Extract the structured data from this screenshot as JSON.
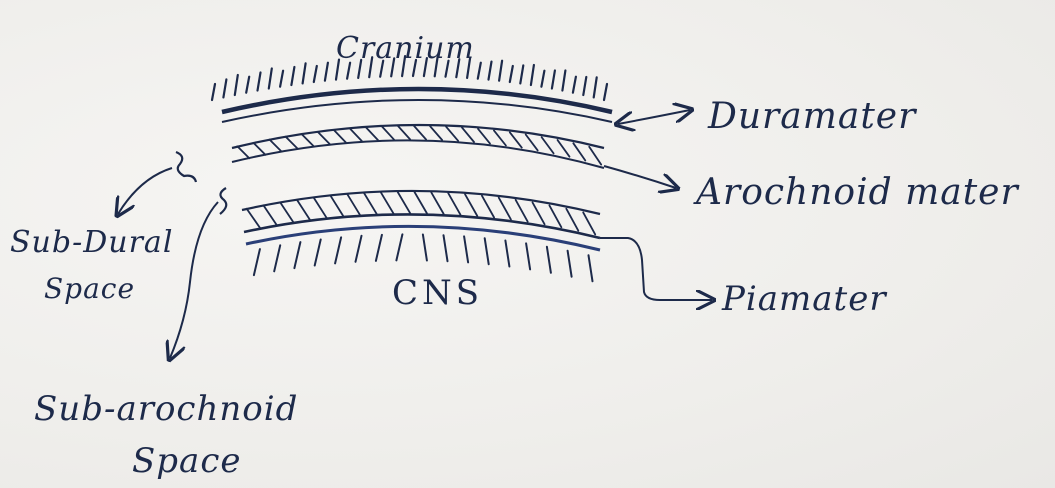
{
  "labels": {
    "cranium": "Cranium",
    "duramater": "Duramater",
    "arachnoid": "Arochnoid mater",
    "piamater": "Piamater",
    "cns": "CNS",
    "subdural_line1": "Sub-Dural",
    "subdural_line2": "Space",
    "subarachnoid_line1": "Sub-arochnoid",
    "subarachnoid_line2": "Space"
  },
  "colors": {
    "ink": "#1d2a4a",
    "paper": "#f1f0ee"
  }
}
